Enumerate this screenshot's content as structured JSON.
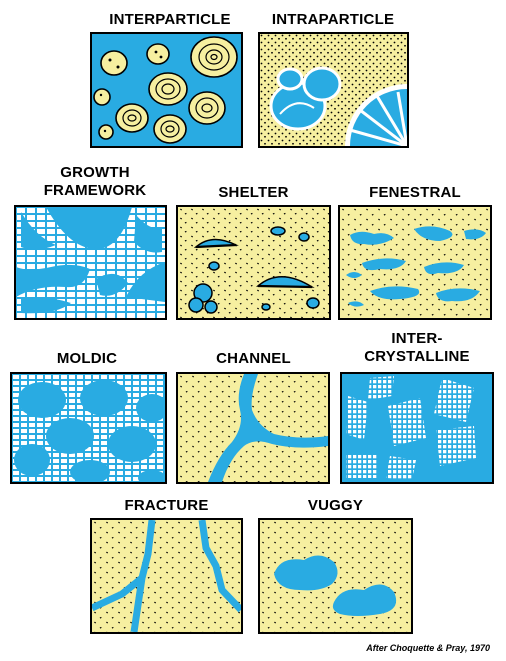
{
  "colors": {
    "pore": "#29ABE2",
    "grain": "#F6EFA0",
    "outline": "#000000",
    "background": "#FFFFFF"
  },
  "panels": [
    {
      "id": "interparticle",
      "label": "INTERPARTICLE"
    },
    {
      "id": "intraparticle",
      "label": "INTRAPARTICLE"
    },
    {
      "id": "growth-framework",
      "label_lines": [
        "GROWTH",
        "FRAMEWORK"
      ]
    },
    {
      "id": "shelter",
      "label": "SHELTER"
    },
    {
      "id": "fenestral",
      "label": "FENESTRAL"
    },
    {
      "id": "moldic",
      "label": "MOLDIC"
    },
    {
      "id": "channel",
      "label": "CHANNEL"
    },
    {
      "id": "intercrystalline",
      "label_lines": [
        "INTER-",
        "CRYSTALLINE"
      ]
    },
    {
      "id": "fracture",
      "label": "FRACTURE"
    },
    {
      "id": "vuggy",
      "label": "VUGGY"
    }
  ],
  "credit": "After Choquette & Pray, 1970"
}
